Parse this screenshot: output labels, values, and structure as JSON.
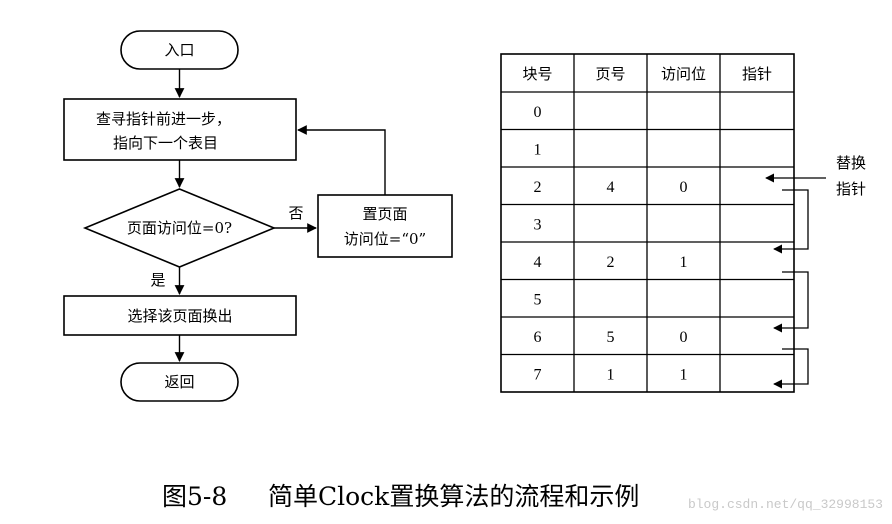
{
  "flowchart": {
    "entry": "入口",
    "advance_line1": "查寻指针前进一步，",
    "advance_line2": "指向下一个表目",
    "decision": "页面访问位=0?",
    "no_label": "否",
    "yes_label": "是",
    "set_line1": "置页面",
    "set_line2": "访问位=“0”",
    "replace": "选择该页面换出",
    "return": "返回"
  },
  "table": {
    "headers": [
      "块号",
      "页号",
      "访问位",
      "指针"
    ],
    "rows": [
      {
        "block": "0",
        "page": "",
        "access": "",
        "pointer": ""
      },
      {
        "block": "1",
        "page": "",
        "access": "",
        "pointer": ""
      },
      {
        "block": "2",
        "page": "4",
        "access": "0",
        "pointer": ""
      },
      {
        "block": "3",
        "page": "",
        "access": "",
        "pointer": ""
      },
      {
        "block": "4",
        "page": "2",
        "access": "1",
        "pointer": ""
      },
      {
        "block": "5",
        "page": "",
        "access": "",
        "pointer": ""
      },
      {
        "block": "6",
        "page": "5",
        "access": "0",
        "pointer": ""
      },
      {
        "block": "7",
        "page": "1",
        "access": "1",
        "pointer": ""
      }
    ],
    "replace_pointer_line1": "替换",
    "replace_pointer_line2": "指针"
  },
  "caption": {
    "figure_number": "图5-8",
    "text": "简单Clock置换算法的流程和示例"
  },
  "watermark": "blog.csdn.net/qq_32998153"
}
